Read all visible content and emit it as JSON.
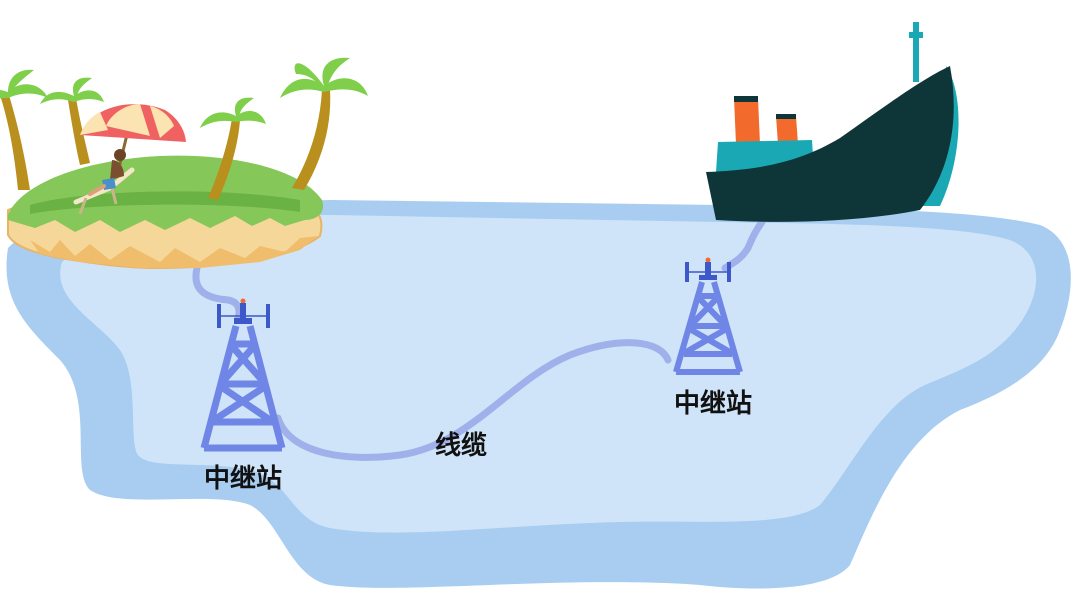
{
  "diagram": {
    "labels": {
      "station_left": "中继站",
      "station_right": "中继站",
      "cable": "线缆"
    },
    "colors": {
      "sea_outer": "#a8cdf1",
      "sea_inner": "#cfe4f8",
      "cable": "#9fb0ea",
      "tower": "#6f86e6",
      "tower_dark": "#3d58c8",
      "ship_hull": "#0e3638",
      "ship_deck": "#1aa9b4",
      "funnel": "#f26b2d",
      "grass": "#86c75a",
      "sand": "#f6d79a",
      "palm_leaf": "#7fcf4a",
      "palm_trunk": "#b9901d",
      "umbrella_red": "#f06161",
      "umbrella_cream": "#fbe3b2"
    },
    "icons": [
      "island-icon",
      "palm-tree-icon",
      "beach-umbrella-icon",
      "sunbather-icon",
      "ship-icon",
      "relay-tower-icon"
    ]
  }
}
